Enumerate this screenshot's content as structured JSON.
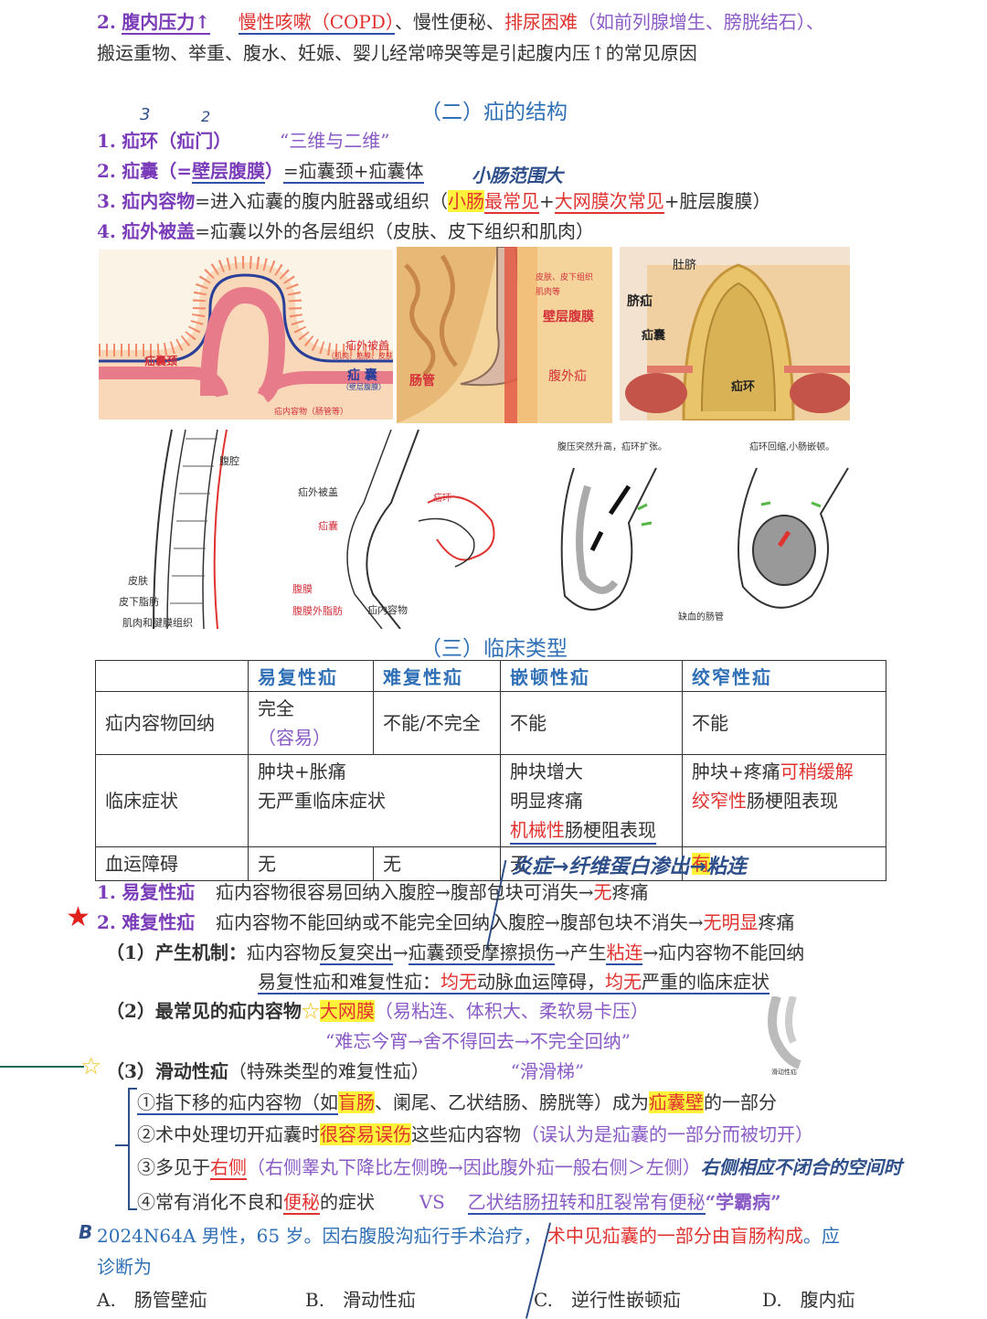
{
  "top": {
    "line1_num": "2.",
    "line1_title": "腹内压力↑",
    "line1_copd": "慢性咳嗽（COPD）",
    "line1_mid": "、慢性便秘、",
    "line1_dysuria": "排尿困难",
    "line1_paren": "（如前列腺增生、膀胱结石）、",
    "line2": "搬运重物、举重、腹水、妊娠、婴儿经常啼哭等是引起腹内压↑的常见原因"
  },
  "section2": {
    "heading": "（二）疝的结构",
    "hand_3": "3",
    "hand_2": "2",
    "item1_num": "1.",
    "item1_title": "疝环（疝门）",
    "item1_note": "“三维与二维”",
    "item2_num": "2.",
    "item2_title_a": "疝囊（=",
    "item2_title_b": "壁层腹膜",
    "item2_title_c": "）",
    "item2_text": "=疝囊颈+疝囊体",
    "item2_hand": "小肠范围大",
    "item3_num": "3.",
    "item3_title": "疝内容物",
    "item3_text": "=进入疝囊的腹内脏器或组织（",
    "item3_a": "小肠",
    "item3_b": "最常见",
    "item3_c": "+",
    "item3_d": "大网膜次常见",
    "item3_e": "+脏层腹膜）",
    "item4_num": "4.",
    "item4_title": "疝外被盖",
    "item4_text": "=疝囊以外的各层组织（皮肤、皮下组织和肌肉）"
  },
  "figures": {
    "f1_neck": "疝囊颈",
    "f1_cover": "疝外被盖",
    "f1_cover_sub": "（肌肉、筋膜、皮肤）",
    "f1_sac": "疝 囊",
    "f1_sac_sub": "（壁层腹膜）",
    "f1_content": "疝内容物（肠管等）",
    "f2_skin": "皮肤、皮下组织",
    "f2_muscle": "肌肉等",
    "f2_peritoneum": "壁层腹膜",
    "f2_bowel": "肠管",
    "f2_outer": "腹外疝",
    "f3_navel": "肚脐",
    "f3_hernia": "脐疝",
    "f3_sac": "疝囊",
    "f3_ring": "疝环",
    "f4_cavity": "腹腔",
    "f4_cover": "疝外被盖",
    "f4_sac": "疝囊",
    "f4_ring": "疝环",
    "f4_skin": "皮肤",
    "f4_subq": "皮下脂肪",
    "f4_muscle": "肌肉和腱膜组织",
    "f4_peritoneum": "腹膜",
    "f4_extraperitoneal": "腹膜外脂肪",
    "f4_content": "疝内容物",
    "f5_left": "腹压突然升高，疝环扩张。",
    "f5_right": "疝环回缩,小肠嵌顿。",
    "f5_bottom": "缺血的肠管"
  },
  "section3": {
    "heading": "（三）临床类型",
    "table": {
      "headers": [
        "",
        "易复性疝",
        "难复性疝",
        "嵌顿性疝",
        "绞窄性疝"
      ],
      "row1": [
        "疝内容物回纳",
        "完全",
        "（容易）",
        "不能/不完全",
        "不能",
        "不能"
      ],
      "row2_label": "临床症状",
      "row2_c1a": "肿块+胀痛",
      "row2_c1b": "无严重临床症状",
      "row2_c3a": "肿块增大",
      "row2_c3b": "明显疼痛",
      "row2_c3c_red": "机械性",
      "row2_c3c": "肠梗阻表现",
      "row2_c4a": "肿块+疼痛",
      "row2_c4a_red": "可稍缓解",
      "row2_c4b_red": "绞窄性",
      "row2_c4b": "肠梗阻表现",
      "row3": [
        "血运障碍",
        "无",
        "无",
        "无",
        "有"
      ]
    }
  },
  "notes": {
    "hand_top": "炎症→纤维蛋白渗出→粘连",
    "n1_num": "1.",
    "n1_title": "易复性疝",
    "n1_text": "疝内容物很容易回纳入腹腔→腹部包块可消失→",
    "n1_red": "无",
    "n1_end": "疼痛",
    "n2_num": "2.",
    "n2_title": "难复性疝",
    "n2_text": "疝内容物不能回纳或不能完全回纳入腹腔→腹部包块不消失→",
    "n2_red": "无明显",
    "n2_end": "疼痛",
    "m1_title": "（1）产生机制：",
    "m1_text_a": "疝内容物",
    "m1_text_b": "反复突出",
    "m1_text_c": "→",
    "m1_text_d": "疝囊颈受摩擦损伤",
    "m1_text_e": "→产生",
    "m1_text_f": "粘连",
    "m1_text_g": "→疝内容物不能回纳",
    "m1_line2_a": "易复性疝和难复性疝：",
    "m1_line2_b": "均无",
    "m1_line2_c": "动脉血运障碍，",
    "m1_line2_d": "均无",
    "m1_line2_e": "严重的临床症状",
    "m2_title": "（2）最常见的疝内容物",
    "m2_hl": "大网膜",
    "m2_paren": "（易粘连、体积大、柔软易卡压）",
    "m2_quote": "“难忘今宵→舍不得回去→不完全回纳”",
    "m3_title": "（3）滑动性疝",
    "m3_paren": "（特殊类型的难复性疝）",
    "m3_quote": "“滑滑梯”",
    "m3_img_label": "滑动性疝",
    "s1_a": "①指下移的疝内容物（如",
    "s1_hl1": "盲肠",
    "s1_b": "、阑尾、乙状结肠、膀胱等）成为",
    "s1_hl2": "疝囊壁",
    "s1_c": "的一部分",
    "s2_a": "②术中处理切开疝囊时",
    "s2_hl": "很容易误伤",
    "s2_b": "这些疝内容物",
    "s2_c": "（误认为是疝囊的一部分而被切开）",
    "s3_a": "③多见于",
    "s3_red": "右侧",
    "s3_b": "（右侧睾丸下降比左侧晚→因此腹外疝一般右侧＞左侧）",
    "s3_hand": "右侧相应不闭合的空间时",
    "s4_a": "④常有消化不良和",
    "s4_red": "便秘",
    "s4_b": "的症状",
    "s4_vs": "VS",
    "s4_c": "乙状结肠扭转和肛裂常有便秘",
    "s4_d": "“学霸病”"
  },
  "question": {
    "hand_answer": "B",
    "code": "2024N64A",
    "stem_a": "男性，65 岁。因右腹股沟疝行手术治疗，",
    "stem_red": "术中见疝囊的一部分由盲肠构成",
    "stem_b": "。应",
    "stem_line2": "诊断为",
    "options": [
      "A.　肠管壁疝",
      "B.　滑动性疝",
      "C.　逆行性嵌顿疝",
      "D.　腹内疝"
    ]
  }
}
